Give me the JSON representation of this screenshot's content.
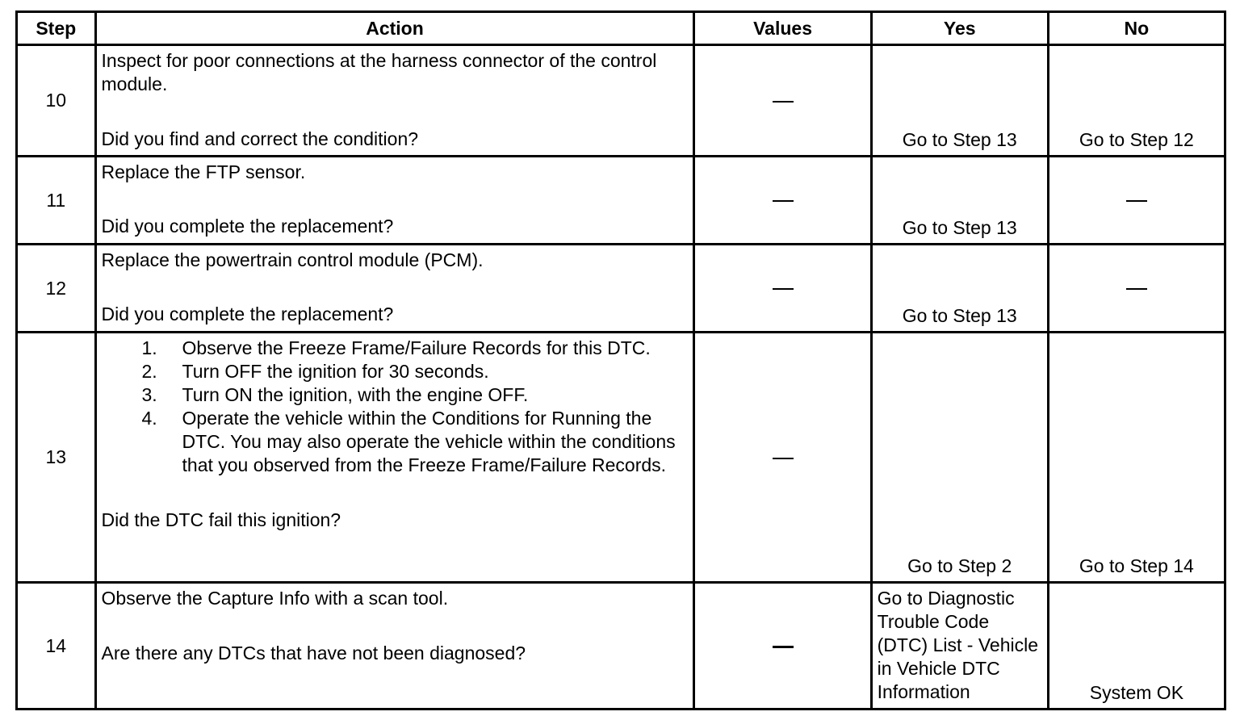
{
  "headers": {
    "step": "Step",
    "action": "Action",
    "values": "Values",
    "yes": "Yes",
    "no": "No"
  },
  "rows": [
    {
      "step": "10",
      "action": "Inspect for poor connections at the harness connector of the control module.",
      "question": "Did you find and correct the condition?",
      "values": "—",
      "yes": "Go to Step 13",
      "no": "Go to Step 12"
    },
    {
      "step": "11",
      "action": "Replace the FTP sensor.",
      "question": "Did you complete the replacement?",
      "values": "—",
      "yes": "Go to Step 13",
      "no": "—"
    },
    {
      "step": "12",
      "action": "Replace the powertrain control module (PCM).",
      "question": "Did you complete the replacement?",
      "values": "—",
      "yes": "Go to Step 13",
      "no": "—"
    },
    {
      "step": "13",
      "list": [
        {
          "num": "1.",
          "text": "Observe the Freeze Frame/Failure Records for this DTC."
        },
        {
          "num": "2.",
          "text": "Turn OFF the ignition for 30 seconds."
        },
        {
          "num": "3.",
          "text": "Turn ON the ignition, with the engine OFF."
        },
        {
          "num": "4.",
          "text": "Operate the vehicle within the Conditions for Running the DTC. You may also operate the vehicle within the conditions that you observed from the Freeze Frame/Failure Records."
        }
      ],
      "question": "Did the DTC fail this ignition?",
      "values": "—",
      "yes": "Go to Step 2",
      "no": "Go to Step 14"
    },
    {
      "step": "14",
      "action": "Observe the Capture Info with a scan tool.",
      "question": "Are there any DTCs that have not been diagnosed?",
      "values": "—",
      "yes": "Go to Diagnostic Trouble Code (DTC) List - Vehicle in Vehicle DTC Information",
      "no": "System OK"
    }
  ]
}
